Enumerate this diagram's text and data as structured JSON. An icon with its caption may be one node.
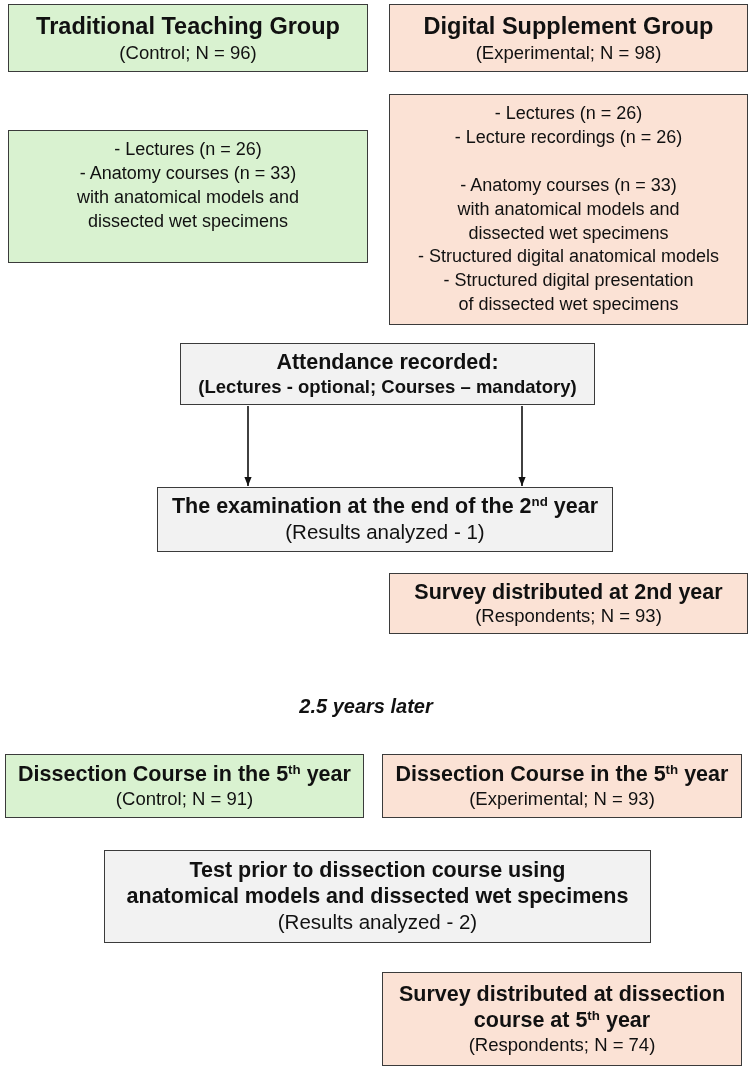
{
  "diagram": {
    "nodes": [
      {
        "text": [
          "Traditional Teaching Group",
          "(Control; N = 96)"
        ]
      },
      {
        "text": [
          "Digital Supplement Group",
          "(Experimental; N = 98)"
        ]
      },
      {
        "text": [
          "- Lectures (n = 26)",
          "- Anatomy courses (n = 33) with anatomical models and dissected wet specimens"
        ]
      },
      {
        "text": [
          "- Lectures (n = 26)",
          "- Lecture recordings (n = 26)",
          "- Anatomy courses (n = 33) with anatomical models and dissected wet specimens",
          "- Structured digital anatomical models",
          "- Structured digital presentation of dissected wet specimens"
        ]
      },
      {
        "text": [
          "Attendance recorded:",
          "(Lectures - optional; Courses – mandatory)"
        ]
      },
      {
        "text": [
          "The examination at the end of the 2$^{nd}$ year",
          "(Results analyzed - 1)"
        ]
      },
      {
        "text": [
          "Survey distributed at 2nd year",
          "(Respondents; N = 93)"
        ]
      },
      {
        "text": [
          "Dissection Course in the 5$^{th}$ year",
          "(Control; N = 91)"
        ]
      },
      {
        "text": [
          "Dissection Course in the 5$^{th}$ year",
          "(Experimental; N = 93)"
        ]
      },
      {
        "text": [
          "Test prior to dissection course using anatomical models and dissected wet specimens",
          "(Results analyzed - 2)"
        ]
      },
      {
        "text": [
          "Survey distributed at dissection course at 5$^{th}$ year",
          "(Respondents; N = 74)"
        ]
      }
    ],
    "edges": [
      {
        "from": 4,
        "to": 5,
        "arrow": "to"
      },
      {
        "from": 4,
        "to": 5,
        "arrow": "to"
      }
    ],
    "labels": [
      "2.5 years later"
    ]
  }
}
